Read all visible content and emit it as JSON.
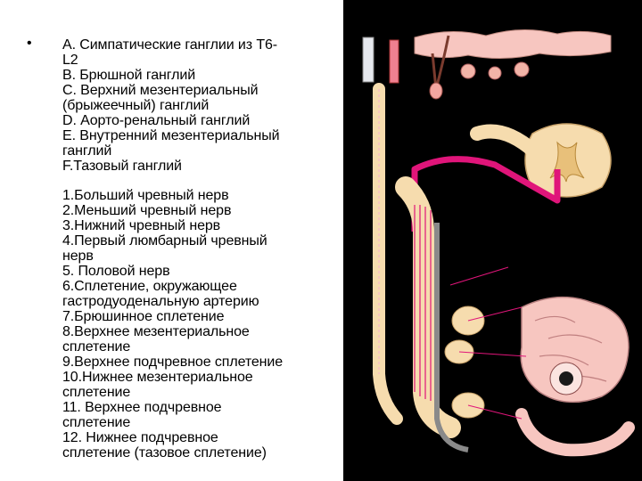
{
  "bullet": "•",
  "legend_letters": [
    "A. Симпатические ганглии из T6-",
    "L2",
    "B. Брюшной ганглий",
    "C. Верхний мезентериальный",
    "(брыжеечный) ганглий",
    "D. Аорто-ренальный ганглий",
    "E. Внутренний мезентериальный",
    "ганглий",
    "F.Тазовый ганглий"
  ],
  "legend_numbers": [
    "1.Больший чревный нерв",
    "2.Меньший чревный нерв",
    "3.Нижний чревный нерв",
    "4.Первый люмбарный чревный",
    "нерв",
    "5. Половой нерв",
    "6.Сплетение, окружающее",
    "гастродуоденальную артерию",
    "7.Брюшинное сплетение",
    "8.Верхнее мезентериальное",
    "сплетение",
    "9.Верхнее подчревное сплетение",
    "10.Нижнее мезентериальное",
    "сплетение",
    "11. Верхнее подчревное",
    "сплетение",
    "12. Нижнее подчревное",
    "сплетение (тазовое сплетение)"
  ],
  "colors": {
    "figure_background": "#000000",
    "nerve_magenta": "#e0157a",
    "tissue_cream": "#f6dcae",
    "tissue_pink": "#f7c6c0",
    "text": "#000000"
  }
}
